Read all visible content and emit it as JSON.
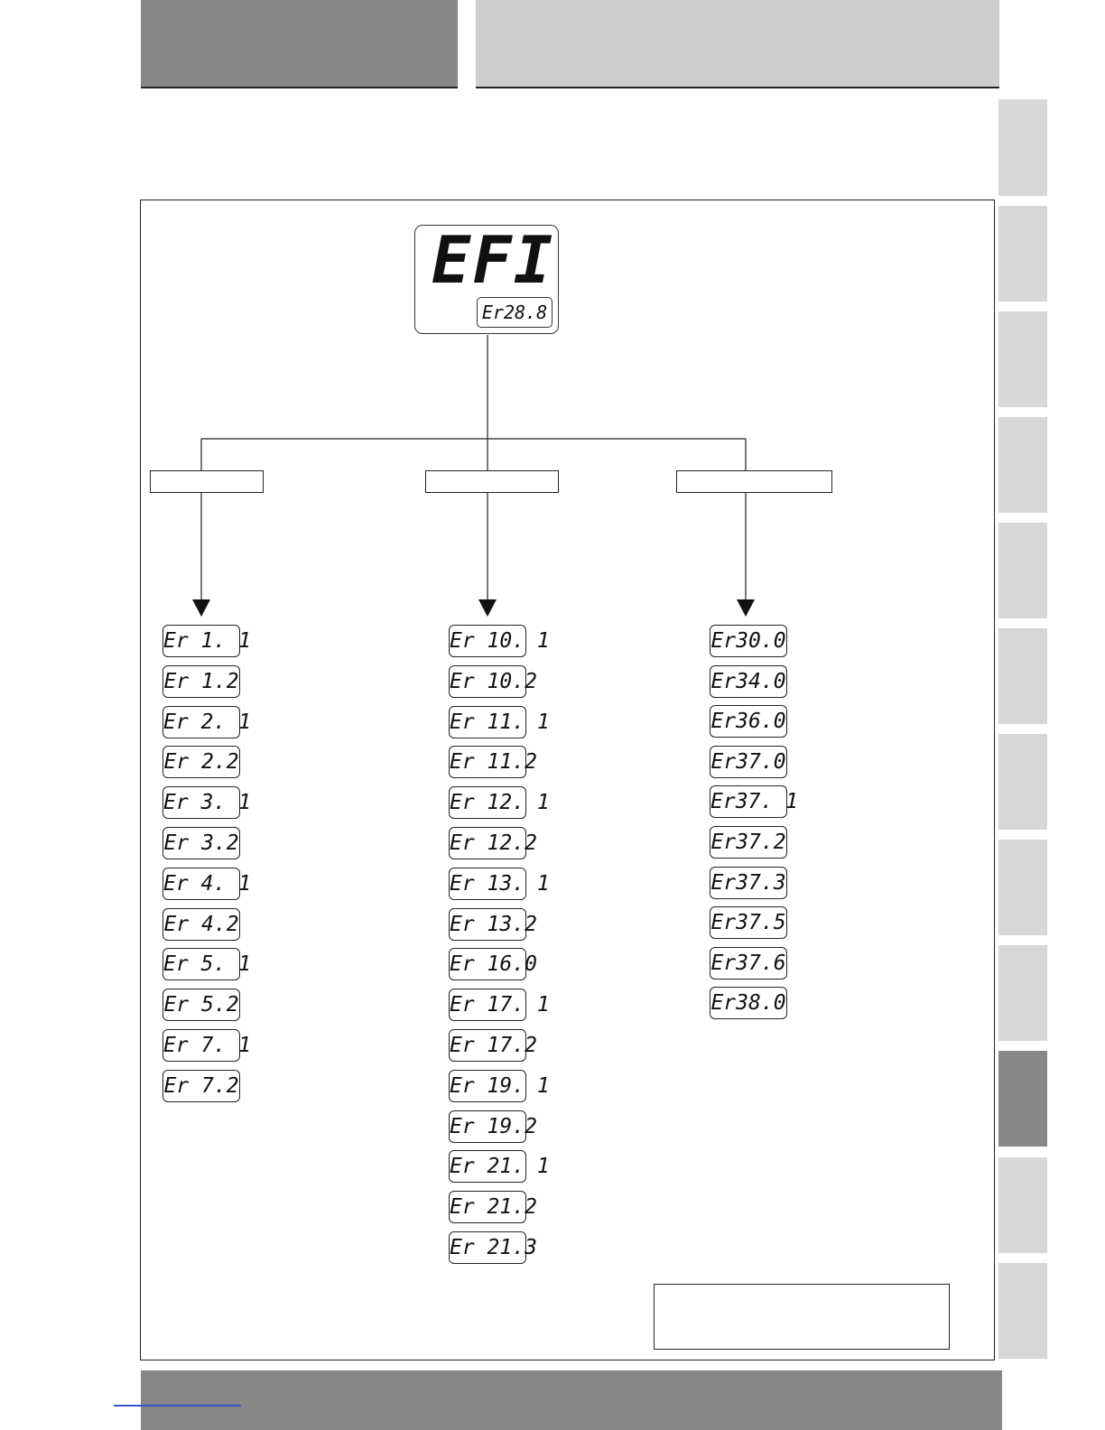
{
  "root": {
    "big_display": "EFI",
    "small_display": "Er28.8"
  },
  "groups": [
    {
      "label": "",
      "codes": [
        "Er 1. 1",
        "Er 1.2",
        "Er 2. 1",
        "Er 2.2",
        "Er 3. 1",
        "Er 3.2",
        "Er 4. 1",
        "Er 4.2",
        "Er 5. 1",
        "Er 5.2",
        "Er 7. 1",
        "Er 7.2"
      ]
    },
    {
      "label": "",
      "codes": [
        "Er 10. 1",
        "Er 10.2",
        "Er 11. 1",
        "Er 11.2",
        "Er 12. 1",
        "Er 12.2",
        "Er 13. 1",
        "Er 13.2",
        "Er 16.0",
        "Er 17. 1",
        "Er 17.2",
        "Er 19. 1",
        "Er 19.2",
        "Er 21. 1",
        "Er 21.2",
        "Er 21.3"
      ]
    },
    {
      "label": "",
      "codes": [
        "Er30.0",
        "Er34.0",
        "Er36.0",
        "Er37.0",
        "Er37. 1",
        "Er37.2",
        "Er37.3",
        "Er37.5",
        "Er37.6",
        "Er38.0"
      ]
    }
  ],
  "note": ""
}
